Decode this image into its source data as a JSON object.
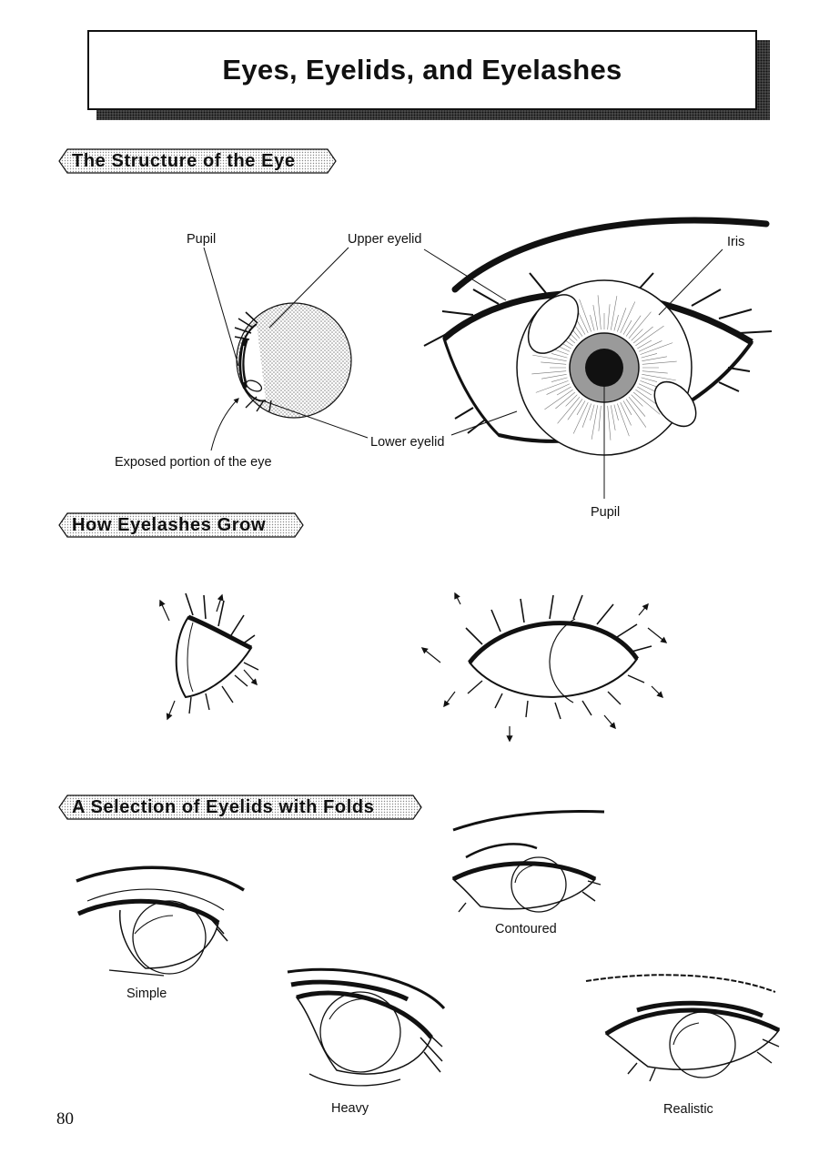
{
  "page": {
    "title": "Eyes, Eyelids, and Eyelashes",
    "page_number": "80"
  },
  "sections": {
    "structure": {
      "heading": "The Structure of the Eye",
      "labels": {
        "pupil_left": "Pupil",
        "upper_eyelid": "Upper eyelid",
        "iris": "Iris",
        "exposed_portion": "Exposed portion of the eye",
        "lower_eyelid": "Lower eyelid",
        "pupil_right": "Pupil"
      }
    },
    "growth": {
      "heading": "How Eyelashes Grow"
    },
    "folds": {
      "heading": "A Selection of Eyelids with Folds",
      "captions": {
        "simple": "Simple",
        "contoured": "Contoured",
        "heavy": "Heavy",
        "realistic": "Realistic"
      }
    }
  },
  "colors": {
    "ink": "#111111",
    "iris_gray": "#9a9a9a",
    "shadow_gray": "#555555"
  }
}
